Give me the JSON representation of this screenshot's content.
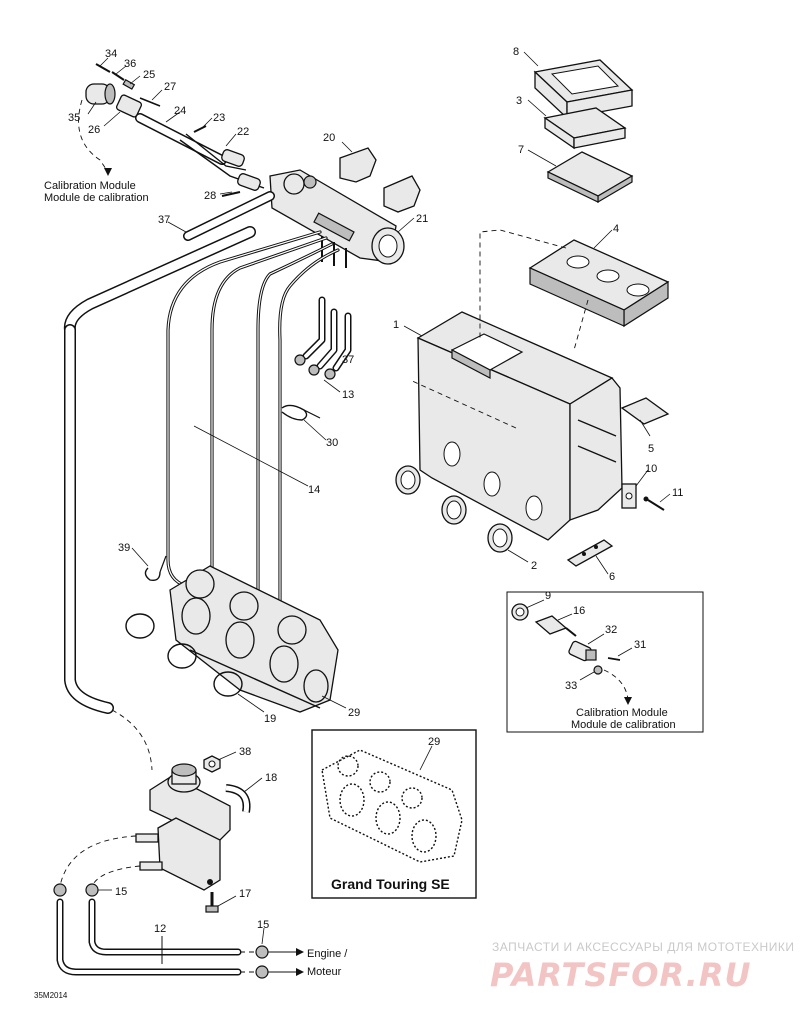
{
  "diagram": {
    "callouts": [
      "34",
      "36",
      "25",
      "27",
      "35",
      "26",
      "24",
      "23",
      "22",
      "28",
      "37",
      "20",
      "21",
      "8",
      "3",
      "7",
      "4",
      "1",
      "13",
      "30",
      "14",
      "5",
      "10",
      "11",
      "2",
      "6",
      "39",
      "9",
      "16",
      "32",
      "31",
      "33",
      "19",
      "29",
      "38",
      "18",
      "15",
      "17",
      "12"
    ],
    "captions": {
      "calibration_en": "Calibration Module",
      "calibration_fr": "Module de calibration",
      "engine_en": "Engine /",
      "engine_fr": "Moteur"
    },
    "inset": {
      "title": "Grand Touring SE",
      "callout": "29"
    },
    "drawing_code": "35M2014"
  },
  "watermark": {
    "tagline": "ЗАПЧАСТИ И АКСЕССУАРЫ ДЛЯ МОТОТЕХНИКИ",
    "brand": "PARTSFOR.RU",
    "brand_color": "#e8a0a0"
  }
}
